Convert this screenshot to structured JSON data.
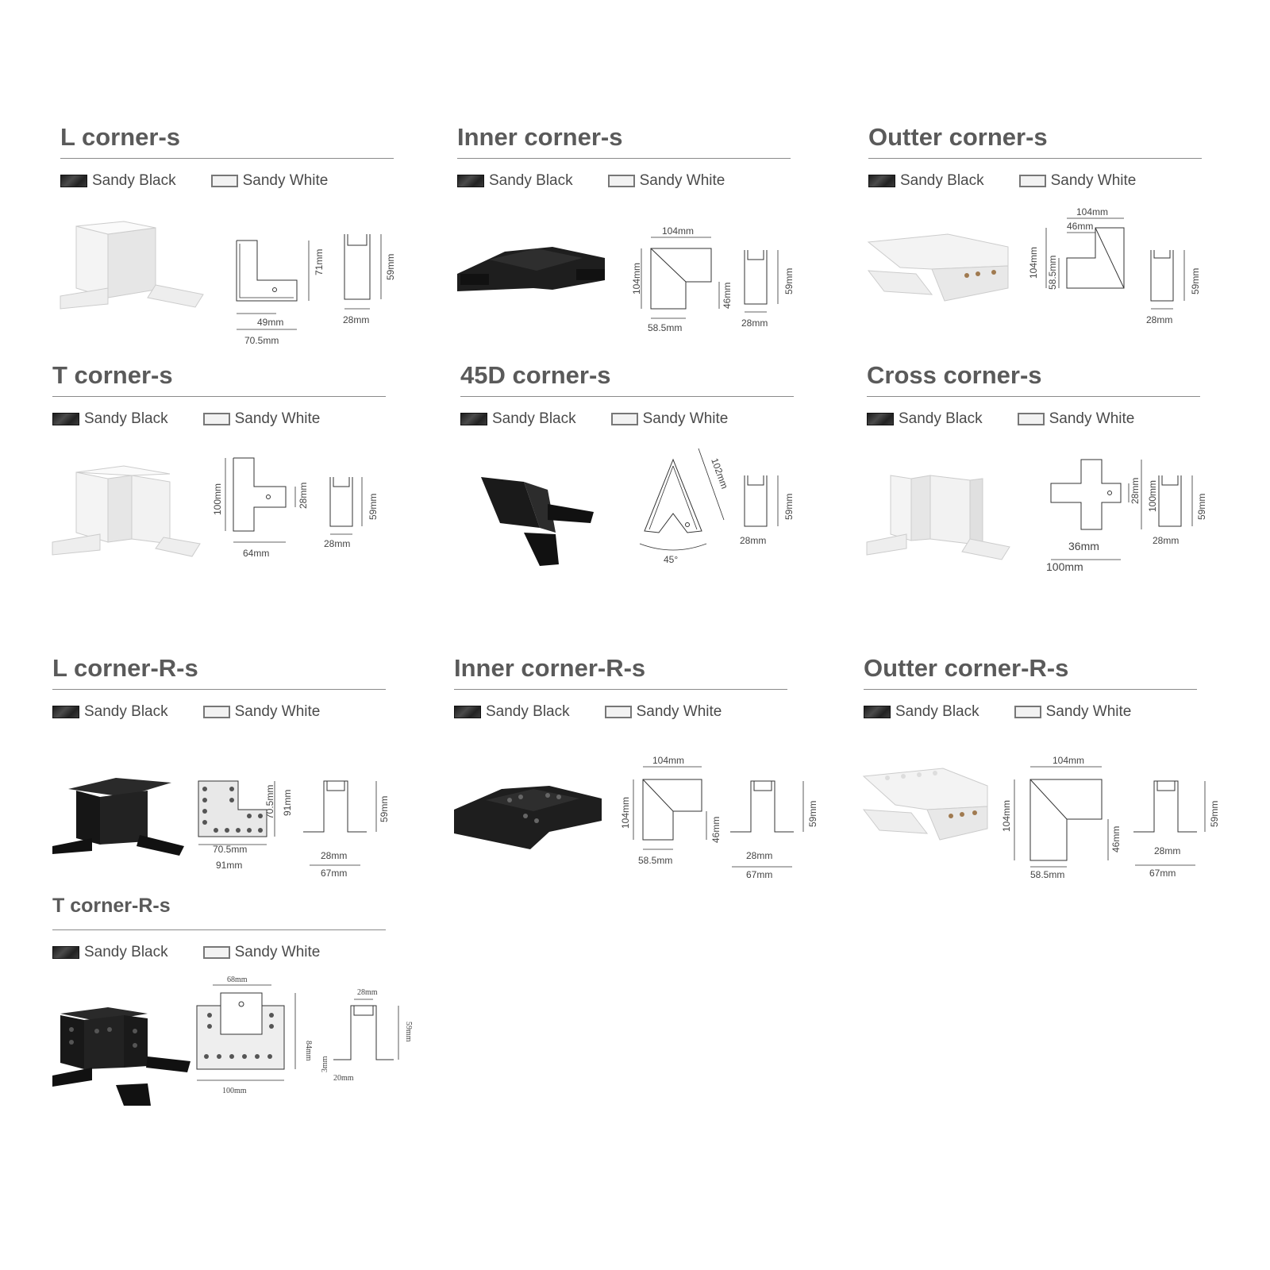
{
  "swatch_labels": {
    "black": "Sandy Black",
    "white": "Sandy White"
  },
  "colors": {
    "sandy_black": "#2a2a2a",
    "sandy_white": "#f2f2f2",
    "title": "#5a5a5a"
  },
  "sections": [
    {
      "title": "L corner-s",
      "dims": [
        "71mm",
        "49mm",
        "70.5mm",
        "59mm",
        "28mm"
      ]
    },
    {
      "title": "Inner corner-s",
      "dims": [
        "104mm",
        "104mm",
        "46mm",
        "58.5mm",
        "59mm",
        "28mm"
      ]
    },
    {
      "title": "Outter corner-s",
      "dims": [
        "104mm",
        "46mm",
        "104mm",
        "58.5mm",
        "59mm",
        "28mm"
      ]
    },
    {
      "title": "T corner-s",
      "dims": [
        "100mm",
        "28mm",
        "64mm",
        "59mm",
        "28mm"
      ]
    },
    {
      "title": "45D corner-s",
      "dims": [
        "102mm",
        "45°",
        "59mm",
        "28mm"
      ]
    },
    {
      "title": "Cross corner-s",
      "dims": [
        "28mm",
        "100mm",
        "36mm",
        "100mm",
        "59mm",
        "28mm"
      ]
    },
    {
      "title": "L corner-R-s",
      "dims": [
        "70.5mm",
        "91mm",
        "70.5mm",
        "91mm",
        "59mm",
        "28mm",
        "67mm"
      ]
    },
    {
      "title": "Inner corner-R-s",
      "dims": [
        "104mm",
        "104mm",
        "46mm",
        "58.5mm",
        "59mm",
        "28mm",
        "67mm"
      ]
    },
    {
      "title": "Outter corner-R-s",
      "dims": [
        "104mm",
        "104mm",
        "46mm",
        "58.5mm",
        "59mm",
        "28mm",
        "67mm"
      ]
    },
    {
      "title": "T corner-R-s",
      "dims": [
        "68mm",
        "84mm",
        "100mm",
        "28mm",
        "59mm",
        "3mm",
        "20mm"
      ]
    }
  ]
}
